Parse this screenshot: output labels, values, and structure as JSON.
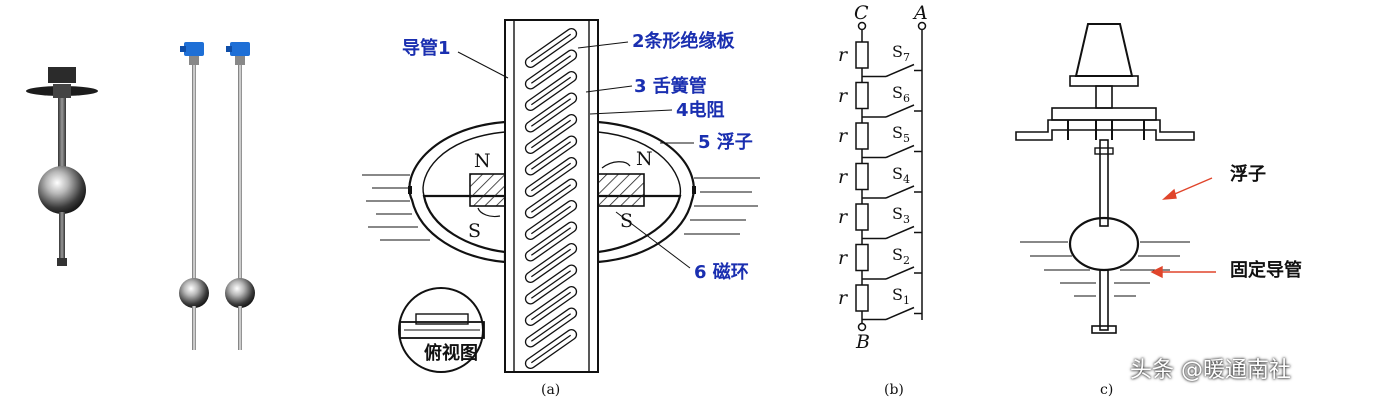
{
  "panel_a": {
    "caption": "(a)",
    "labels": {
      "guide_tube": "导管1",
      "strip_board": "2条形绝缘板",
      "reed_switch": "3 舌簧管",
      "resistor": "4电阻",
      "float": "5 浮子",
      "magnet_ring": "6 磁环",
      "north_left": "N",
      "north_right": "N",
      "south_left": "S",
      "south_right": "S",
      "top_view": "俯视图"
    }
  },
  "panel_b": {
    "caption": "(b)",
    "node_c": "C",
    "node_a": "A",
    "node_b": "B",
    "resistor_symbol": "r",
    "switches": [
      "7",
      "6",
      "5",
      "4",
      "3",
      "2",
      "1"
    ],
    "switch_prefix": "S"
  },
  "panel_c": {
    "caption": "c)",
    "float_label": "浮子",
    "fixed_tube_label": "固定导管"
  },
  "watermark": "头条 @暖通南社",
  "colors": {
    "label_blue": "#1a2fb0",
    "arrow_red": "#e0452b",
    "line": "#111111"
  }
}
